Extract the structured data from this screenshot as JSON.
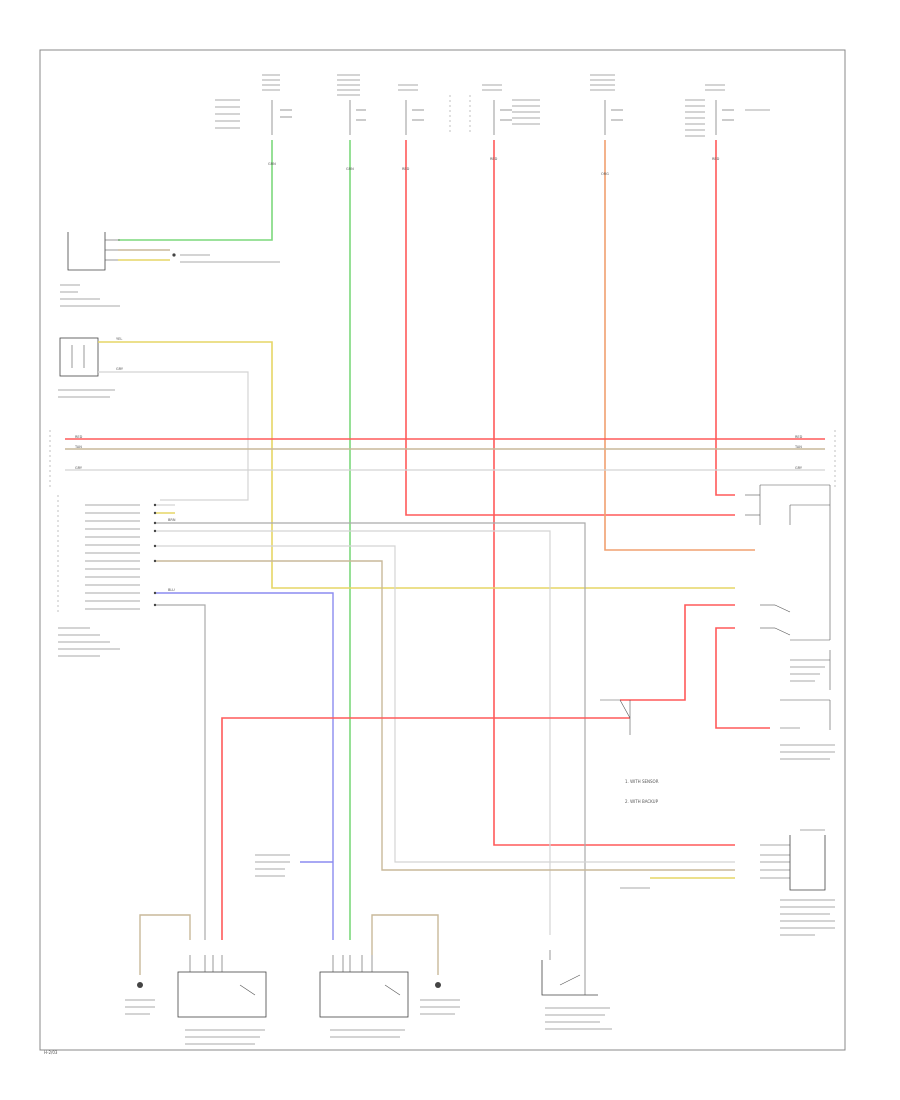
{
  "colors": {
    "green": "#7cd87c",
    "red": "#ff5a5a",
    "yellow": "#e6d666",
    "tan": "#c9b99a",
    "gray": "#aaaaaa",
    "light_gray": "#d4d4d4",
    "blue": "#8b8bf0",
    "orange": "#f0a070",
    "frame": "#888888"
  },
  "footer": {
    "code": "H-2/03"
  },
  "wire_labels": {
    "grn": "GRN",
    "red": "RED",
    "yel": "YEL",
    "tan": "TAN",
    "gry": "GRY",
    "blu": "BLU",
    "brn": "BRN",
    "org": "ORG"
  },
  "notes": {
    "n1": "1. WITH SENSOR",
    "n2": "2. WITH BACKUP"
  }
}
